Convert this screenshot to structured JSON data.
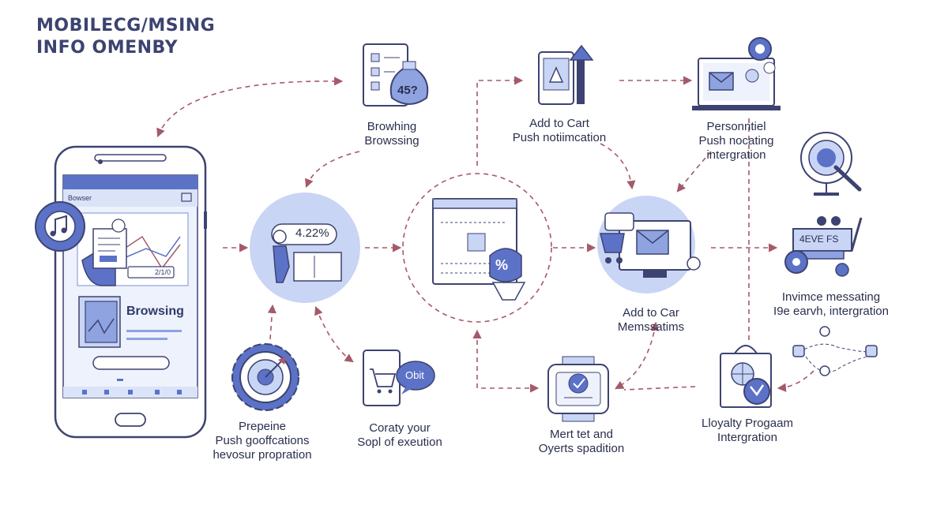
{
  "header": {
    "line1": "MOBILECG/MSING",
    "line2": "INFO OMENBY"
  },
  "phone": {
    "app_header": "Bowser",
    "card_label": "Browsing",
    "chart_readout": "2/1/0"
  },
  "labels": {
    "browsing": [
      "Browhing",
      "Browssing"
    ],
    "add_to_cart_top": [
      "Add to Cart",
      "Push notiimcation"
    ],
    "personal": [
      "Personntiel",
      "Push nocating",
      "intergration"
    ],
    "prepeine": [
      "Prepeine",
      "Push gooffcations",
      "hevosur propration"
    ],
    "coraty": [
      "Coraty your",
      "Sopl of exeution"
    ],
    "mert": [
      "Mert tet and",
      "Oyerts spadition"
    ],
    "add_to_car": [
      "Add to Car",
      "Memssatims"
    ],
    "invimce": [
      "Invimce messating",
      "I9e earvh, intergration"
    ],
    "loyalty": [
      "Lloyalty Progaam",
      "Intergration"
    ]
  },
  "node_text": {
    "price_badge": "45?",
    "percent_readout": "4.22%",
    "chat_bubble": "Obit",
    "truck_sign": "4EVE FS",
    "percent_symbol": "%"
  },
  "colors": {
    "line": "#3d4370",
    "fill_light": "#c9d5f5",
    "fill_mid": "#8ea3e0",
    "fill_dark": "#5b72c7",
    "arrow": "#a55a6a"
  }
}
